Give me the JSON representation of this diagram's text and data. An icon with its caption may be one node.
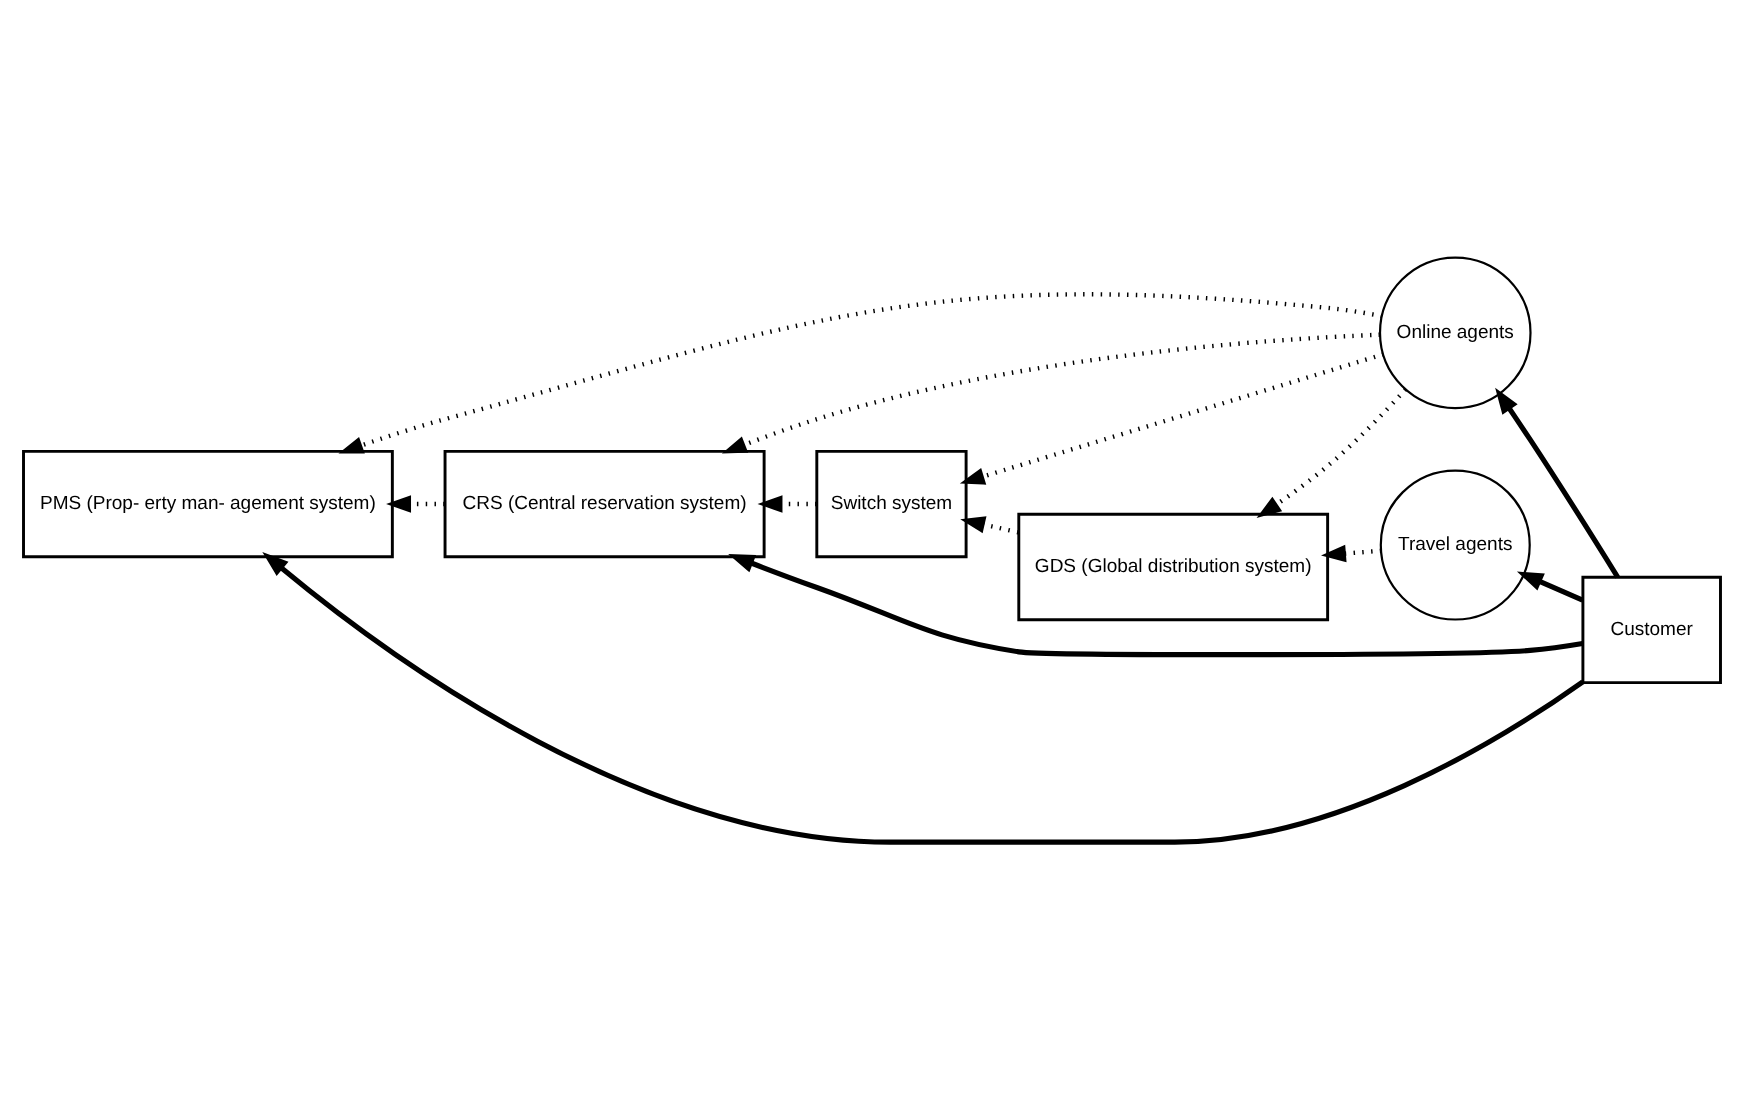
{
  "diagram": {
    "nodes": [
      {
        "text": [
          "Travel agents"
        ]
      },
      {
        "text": [
          "PMS (Prop- erty man- agement system)"
        ]
      },
      {
        "text": [
          "CRS (Central reservation system)"
        ]
      },
      {
        "text": [
          "Switch system"
        ]
      },
      {
        "text": [
          "GDS (Global distribution system)"
        ]
      },
      {
        "text": [
          "Customer"
        ]
      },
      {
        "text": [
          "Online agents"
        ]
      }
    ],
    "edges": [
      {
        "from": 5,
        "to": 1,
        "arrow": "to"
      },
      {
        "from": 5,
        "to": 2,
        "arrow": "to"
      },
      {
        "from": 5,
        "to": 0,
        "arrow": "to"
      },
      {
        "from": 0,
        "to": 4,
        "arrow": "to",
        "style": "dashed"
      },
      {
        "from": 4,
        "to": 3,
        "arrow": "to",
        "style": "dashed"
      },
      {
        "from": 3,
        "to": 2,
        "arrow": "to",
        "style": "dashed"
      },
      {
        "from": 2,
        "to": 1,
        "arrow": "to",
        "style": "dashed"
      },
      {
        "from": 5,
        "to": 6,
        "arrow": "to"
      },
      {
        "from": 6,
        "to": 1,
        "arrow": "to",
        "style": "dashed"
      },
      {
        "from": 6,
        "to": 2,
        "arrow": "to",
        "style": "dashed"
      },
      {
        "from": 6,
        "to": 3,
        "arrow": "to",
        "style": "dashed"
      },
      {
        "from": 6,
        "to": 4,
        "arrow": "to",
        "style": "dashed"
      }
    ]
  }
}
